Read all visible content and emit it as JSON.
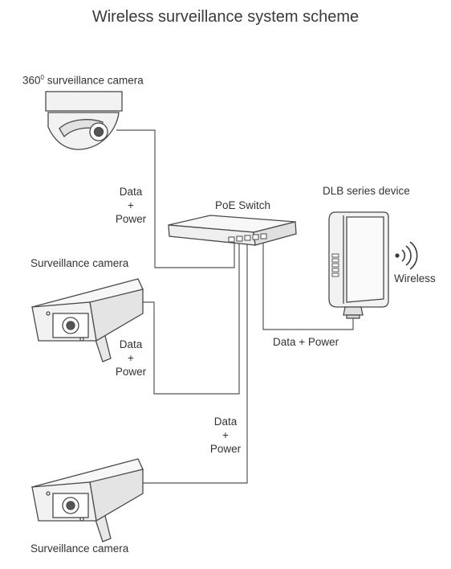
{
  "title": "Wireless surveillance system scheme",
  "dome_camera": {
    "label_prefix": "360",
    "label_sup": "0",
    "label_suffix": " surveillance camera"
  },
  "poe_switch": {
    "label": "PoE Switch"
  },
  "dlb_device": {
    "label": "DLB series device",
    "wireless_label": "Wireless"
  },
  "cameras": [
    {
      "label": "Surveillance camera"
    },
    {
      "label": "Surveillance camera"
    }
  ],
  "links": {
    "dome": {
      "line1": "Data",
      "line2": "+",
      "line3": "Power"
    },
    "camera1": {
      "line1": "Data",
      "line2": "+",
      "line3": "Power"
    },
    "camera2": {
      "line1": "Data",
      "line2": "+",
      "line3": "Power"
    },
    "dlb": {
      "text": "Data + Power"
    }
  },
  "colors": {
    "line": "#555555",
    "body": "#f2f2f2",
    "stroke": "#4a4a4a"
  }
}
